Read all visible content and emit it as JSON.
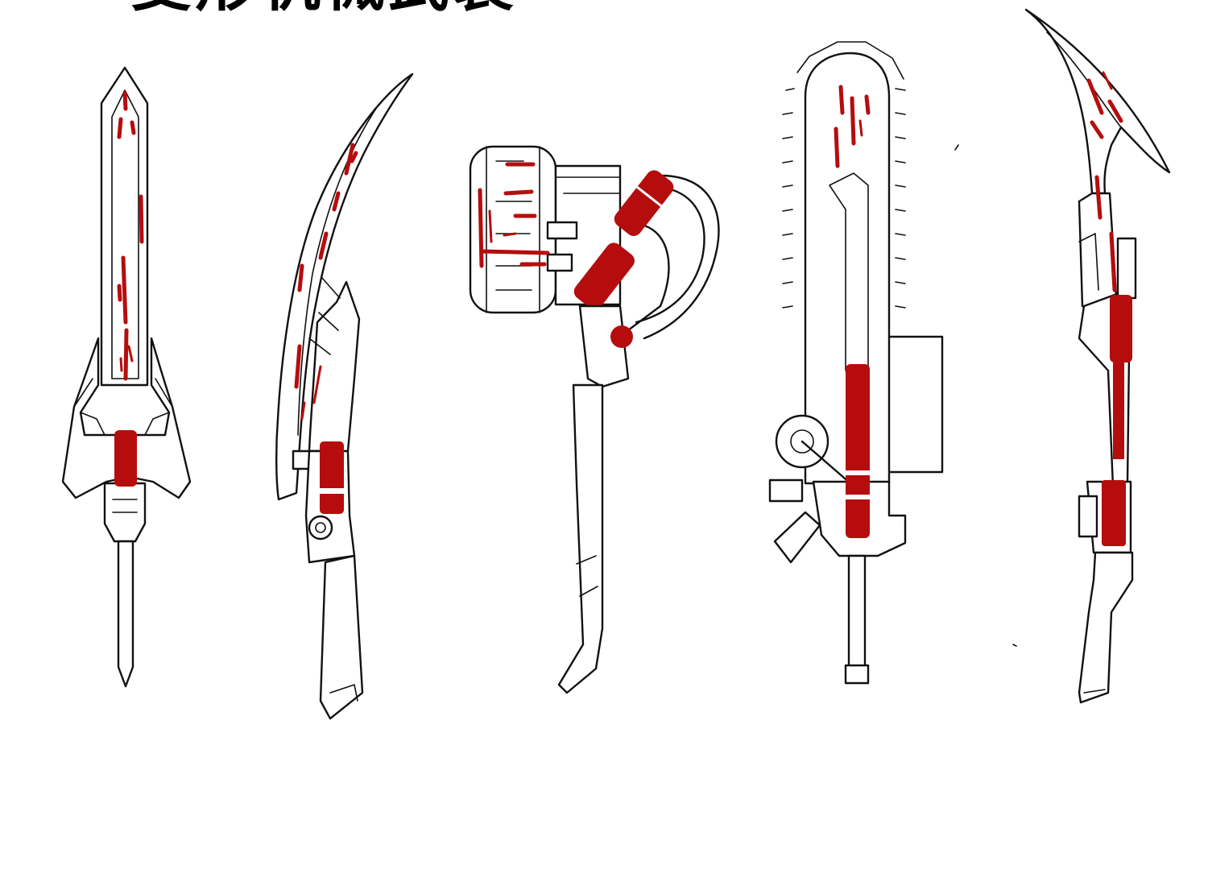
{
  "title": "变形机械武装",
  "colors": {
    "background": "#ffffff",
    "line": "#111111",
    "accent_red": "#b50d0d"
  },
  "weapons": [
    {
      "id": "sword",
      "icon": "sword-icon"
    },
    {
      "id": "curved-blade",
      "icon": "curved-blade-icon"
    },
    {
      "id": "hammer",
      "icon": "hammer-icon"
    },
    {
      "id": "chainsaw",
      "icon": "chainsaw-icon"
    },
    {
      "id": "scythe",
      "icon": "scythe-icon"
    }
  ]
}
